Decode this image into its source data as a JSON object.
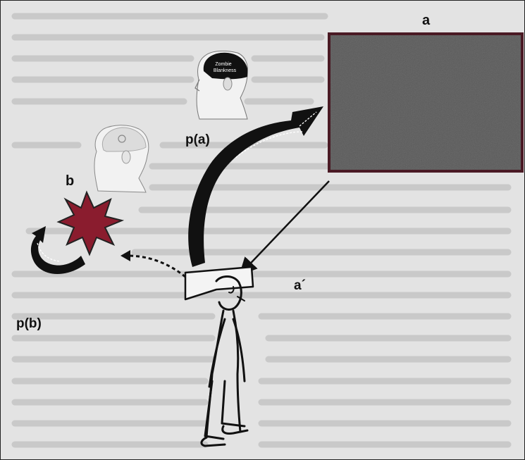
{
  "labels": {
    "a": "a",
    "a_prime": "a´",
    "b": "b",
    "p_a": "p(a)",
    "p_b": "p(b)",
    "zombie_line1": "Zombie",
    "zombie_line2": "Blankness"
  },
  "colors": {
    "stimulus_box": "#5a5a5a",
    "stimulus_border": "#4a1a24",
    "starburst": "#8a1c2e",
    "zombie_brain": "#111111",
    "background": "#e3e3e3",
    "arrow": "#111111"
  }
}
